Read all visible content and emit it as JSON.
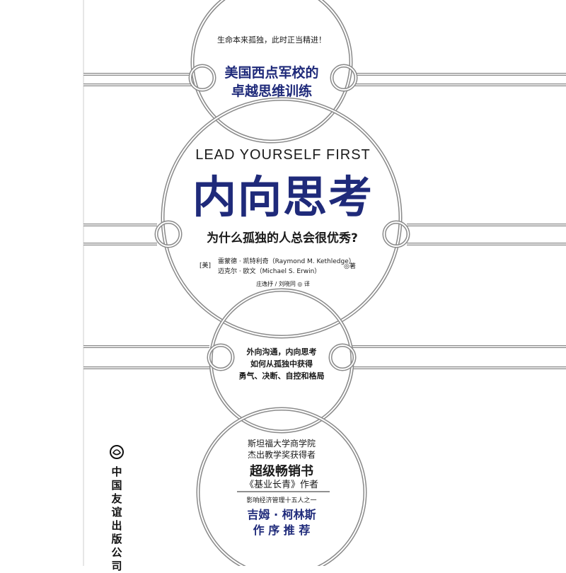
{
  "cover": {
    "top_slogan": "生命本来孤独，此时正当精进！",
    "subtitle_line1": "美国西点军校的",
    "subtitle_line2": "卓越思维训练",
    "english_title": "LEAD YOURSELF FIRST",
    "title": "内向思考",
    "tagline": "为什么孤独的人总会很优秀?",
    "authors": {
      "country": "[美]",
      "author1": "雷蒙德 · 凯特利奇（Raymond M. Kethledge）",
      "author2": "迈克尔 · 欧文（Michael S. Erwin）",
      "author_role": "◎著",
      "translators": "庄逸抒 / 刘晓同 ◎ 译"
    },
    "mid_blurb": [
      "外向沟通，内向思考",
      "如何从孤独中获得",
      "勇气、决断、自控和格局"
    ],
    "bottom_blurb": {
      "line1": "斯坦福大学商学院",
      "line2": "杰出教学奖获得者",
      "headline": "超级畅销书",
      "book": "《基业长青》作者",
      "honor": "影响经济管理十五人之一",
      "recommender": "吉姆 · 柯林斯",
      "recommend_label": "作 序 推 荐"
    },
    "publisher": {
      "chars": [
        "中",
        "国",
        "友",
        "谊",
        "出",
        "版",
        "公",
        "司"
      ]
    }
  },
  "colors": {
    "navy": "#1f2a7a",
    "ring": "#888888",
    "text": "#1a1a1a"
  }
}
